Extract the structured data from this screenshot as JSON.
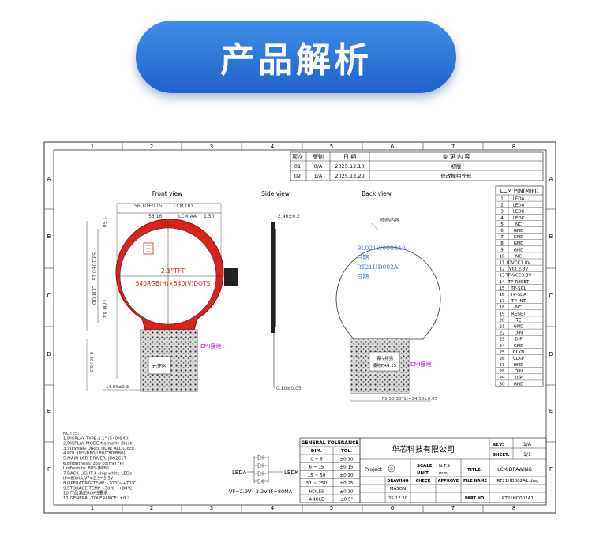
{
  "banner": {
    "title": "产品解析"
  },
  "grid": {
    "columns": [
      "1",
      "2",
      "3",
      "4",
      "5",
      "6",
      "7",
      "8"
    ],
    "rows": [
      "A",
      "B",
      "C",
      "D",
      "E",
      "F"
    ]
  },
  "revision": {
    "headers": [
      "项次",
      "版别",
      "日 期",
      "变 更 内 容"
    ],
    "rows": [
      {
        "no": "01",
        "ver": "0/A",
        "date": "2025.12.10",
        "change": "初版"
      },
      {
        "no": "02",
        "ver": "1/A",
        "date": "2025.12.20",
        "change": "修改模组外形"
      }
    ]
  },
  "views": {
    "front": "Front view",
    "side": "Side view",
    "back": "Back view"
  },
  "front": {
    "dims": [
      "56.10±0.15",
      "LCM OD",
      "53.16",
      "LCM AA",
      "1.50",
      "53.10±0.15",
      "LCM OD",
      "1.50",
      "LCM AA"
    ],
    "label_tft": "2.1\"TFT",
    "label_res": "540RGB(H)×540(V)DOTS",
    "fpc_label": "元件区",
    "dim_fpc_w": "14.80±0.3",
    "dim_fpc_h": "8.90±0.3",
    "dim_side": "2.46±0.2",
    "dim_side_fpc": "0.10±0.05",
    "ground_note": "EMI接地"
  },
  "back": {
    "text_title": "喷码内容",
    "lines": [
      "BL021W0009A0",
      "日期",
      "RT21HD002A",
      "日期"
    ],
    "fpc_text": [
      "钢片补强",
      "接地FR4.15"
    ],
    "ground_note": "EMI接地",
    "dim_bottom": "F5.50(30*1)=34.50±0.05"
  },
  "pinmap": {
    "header": "LCM PIN(MIPI)",
    "pins": [
      [
        "1",
        "LEDA"
      ],
      [
        "2",
        "LEDA"
      ],
      [
        "3",
        "LEDK"
      ],
      [
        "4",
        "LEDK"
      ],
      [
        "5",
        "NC"
      ],
      [
        "6",
        "GND"
      ],
      [
        "7",
        "GND"
      ],
      [
        "8",
        "GND"
      ],
      [
        "9",
        "GND"
      ],
      [
        "10",
        "NC"
      ],
      [
        "11",
        "IOVCC1.8V"
      ],
      [
        "12",
        "VCC2.8V"
      ],
      [
        "13",
        "TP-VCC3.3V"
      ],
      [
        "14",
        "TP-RESET"
      ],
      [
        "15",
        "TP-SCL"
      ],
      [
        "16",
        "TP-SDA"
      ],
      [
        "17",
        "TP-INT"
      ],
      [
        "18",
        "NC"
      ],
      [
        "19",
        "RESET"
      ],
      [
        "20",
        "TE"
      ],
      [
        "21",
        "GND"
      ],
      [
        "22",
        "DIN"
      ],
      [
        "23",
        "DIP"
      ],
      [
        "24",
        "GND"
      ],
      [
        "25",
        "CLKN"
      ],
      [
        "26",
        "CLKP"
      ],
      [
        "27",
        "GND"
      ],
      [
        "28",
        "DIN"
      ],
      [
        "29",
        "DIP"
      ],
      [
        "30",
        "GND"
      ]
    ]
  },
  "notes": [
    "NOTES:",
    "1.DISPLAY TYPE:2.1\" (540*540)",
    "2.DISPLAY MODE:Normally Black",
    "3.VIEWING DIRECTION: ALL Clock",
    "4.POL:(IPS/RB0/L80/T80/B80)",
    "5.MAIN LCD DRIVER: JD9261T",
    "6.Brightness: 350 cd/m(TYP)",
    "   Uniformity: 80%(MIN)",
    "7.BACK LIGHT:4 chip white LEDs",
    "IF=80mA,VF=2.9~3.3V",
    "8.OPERATING TEMP: -20℃~+70℃",
    "9.STORAGE TEMP: -30℃~+80℃",
    "10.产品满足ROHS要求",
    "11.GENERAL TOLERANCE: ±0.2"
  ],
  "led": {
    "leda": "LEDA",
    "ledk": "LEDK",
    "spec": "VF=2.9V~3.2V IF=80MA"
  },
  "tolerance": {
    "title": "GENERAL TOLERANCE",
    "headers": [
      "DIM.",
      "TOL."
    ],
    "rows": [
      [
        "0 ~ 6",
        "±0.10"
      ],
      [
        "6 ~ 15",
        "±0.15"
      ],
      [
        "15 ~ 50",
        "±0.20"
      ],
      [
        "51 ~ 250",
        "±0.25"
      ],
      [
        "HOLES",
        "±0.10"
      ],
      [
        "ANGLE",
        "±0.5°"
      ]
    ]
  },
  "titleblock": {
    "company": "华芯科技有限公司",
    "project": "Project",
    "scale_label": "SCALE",
    "scale": "N.T.S",
    "unit_label": "UNIT",
    "unit": "mm",
    "title_label": "TITLE:",
    "title": "LCM DRAWING",
    "rev_label": "REV:",
    "rev": "1/A",
    "sheet_label": "SHEET:",
    "sheet": "1/1",
    "drawing": "DRAWING",
    "check": "CHECK",
    "approve": "APPROVE",
    "file_name_label": "FILE NAME",
    "file_name": "RT21HD002A1.dwg",
    "drawer": "MASON",
    "date": "25.12.20",
    "part_no_label": "PART NO.",
    "part_no": "RT21HD002A1"
  }
}
